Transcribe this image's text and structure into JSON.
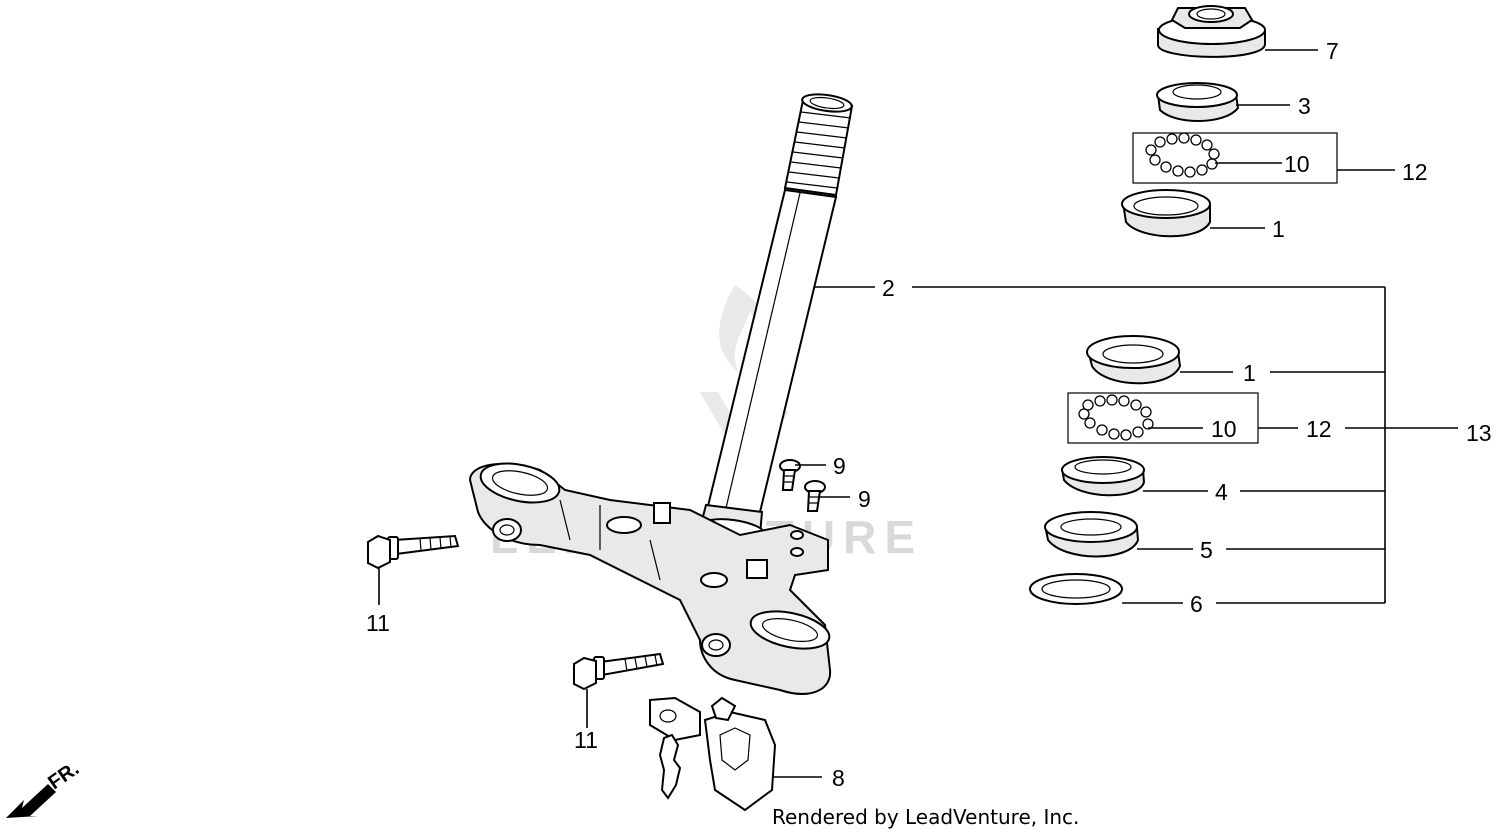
{
  "callouts": {
    "c7": "7",
    "c3": "3",
    "c10_top": "10",
    "c12_top": "12",
    "c1_top": "1",
    "c2": "2",
    "c1_mid": "1",
    "c10_mid": "10",
    "c12_mid": "12",
    "c13": "13",
    "c9_a": "9",
    "c9_b": "9",
    "c4": "4",
    "c5": "5",
    "c6": "6",
    "c11_a": "11",
    "c11_b": "11",
    "c8": "8"
  },
  "direction_marker": "FR.",
  "watermark": "LEADVENTURE",
  "credit": "Rendered by LeadVenture, Inc."
}
